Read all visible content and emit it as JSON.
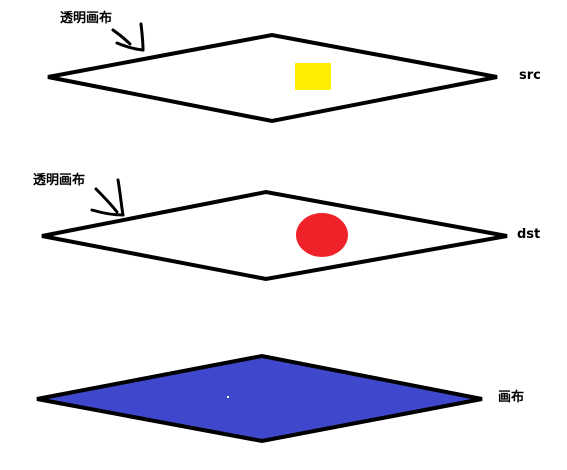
{
  "labels": {
    "top_canvas": "透明画布",
    "mid_canvas": "透明画布",
    "src": "src",
    "dst": "dst",
    "canvas": "画布"
  },
  "colors": {
    "outline": "#000000",
    "transparent_canvas_fill": "#ffffff",
    "src_square": "#ffee00",
    "dst_circle": "#ee2228",
    "canvas_fill": "#3f48cc"
  },
  "icons": {
    "pointer_arrow": "hand-drawn-arrow-icon"
  }
}
